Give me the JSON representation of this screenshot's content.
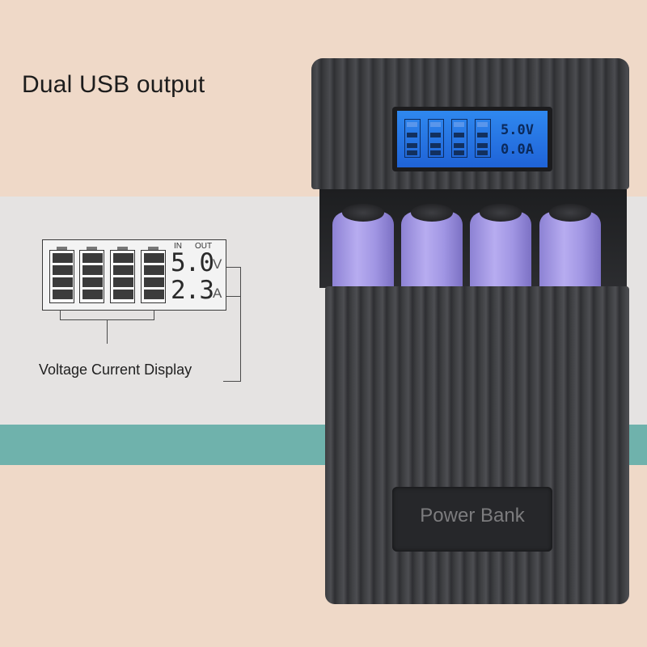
{
  "headline": "Dual USB output",
  "diagram": {
    "in_label": "IN",
    "out_label": "OUT",
    "voltage_value": "5.0",
    "voltage_unit": "V",
    "current_value": "2.3",
    "current_unit": "A",
    "caption": "Voltage Current Display"
  },
  "device": {
    "screen_voltage": "5.0V",
    "screen_current": "0.0A",
    "plate_text": "Power Bank",
    "battery_color": "#a89ee6",
    "screen_color": "#2f7be6"
  },
  "colors": {
    "background_beige": "#efd9c8",
    "band_gray": "#e5e3e2",
    "band_teal": "#6fb2ac",
    "device_body": "#3a3b3e"
  }
}
